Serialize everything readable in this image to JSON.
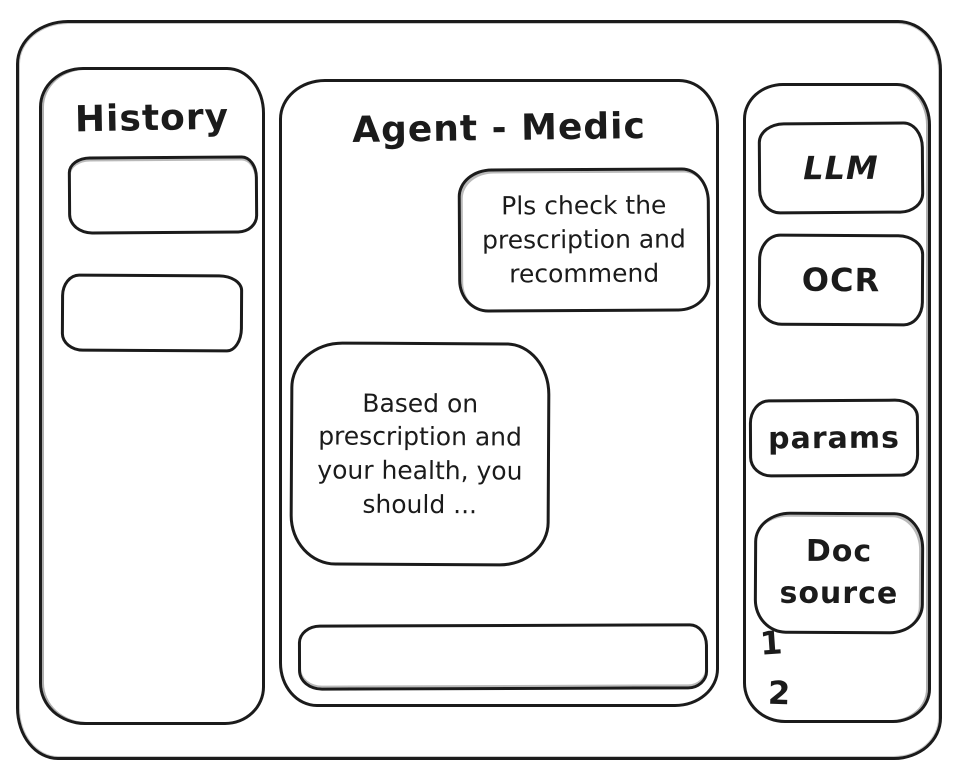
{
  "app": {
    "title": "Agent - Medic"
  },
  "history": {
    "title": "History",
    "items": [
      {
        "label": ""
      },
      {
        "label": ""
      }
    ]
  },
  "chat": {
    "title": "Agent - Medic",
    "messages": [
      {
        "role": "user",
        "text": "Pls check the prescription and recommend"
      },
      {
        "role": "assistant",
        "text": "Based on prescription and your health, you should ..."
      }
    ],
    "input": {
      "value": "",
      "placeholder": ""
    }
  },
  "tools": {
    "buttons": [
      {
        "label": "LLM"
      },
      {
        "label": "OCR"
      },
      {
        "label": "params"
      },
      {
        "label": "Doc source"
      }
    ],
    "doc_sources": [
      "1",
      "2"
    ]
  },
  "colors": {
    "ink": "#1b1b1b",
    "background": "#ffffff"
  }
}
